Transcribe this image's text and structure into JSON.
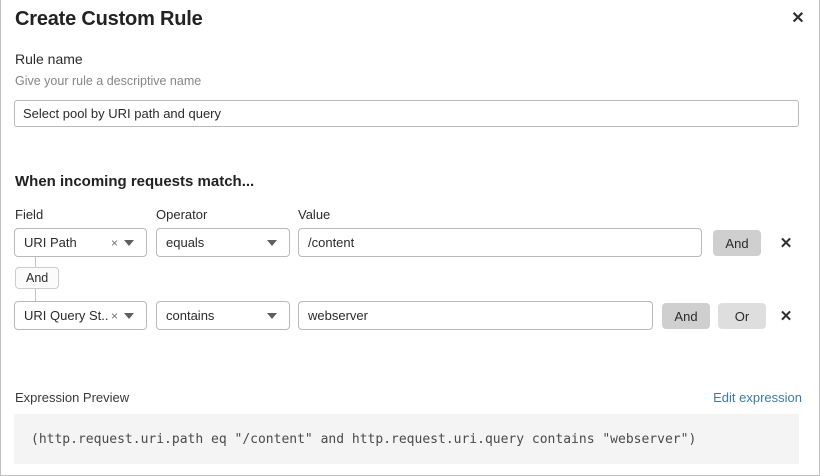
{
  "dialog": {
    "title": "Create Custom Rule",
    "close_icon": "close-icon"
  },
  "rule_name": {
    "label": "Rule name",
    "help": "Give your rule a descriptive name",
    "value": "Select pool by URI path and query",
    "placeholder": "Select pool by URI path and query"
  },
  "conditions": {
    "heading": "When incoming requests match...",
    "columns": {
      "field": "Field",
      "operator": "Operator",
      "value": "Value"
    },
    "group_connector": "And",
    "rows": [
      {
        "field": "URI Path",
        "operator": "equals",
        "value": "/content",
        "value_placeholder": "/content",
        "logic": [
          {
            "label": "And",
            "selected": true
          }
        ],
        "clear_icon": "clear-icon",
        "caret_icon": "chevron-down-icon",
        "delete_icon": "delete-icon"
      },
      {
        "field": "URI Query St...",
        "operator": "contains",
        "value": "webserver",
        "value_placeholder": "webserver",
        "logic": [
          {
            "label": "And",
            "selected": true
          },
          {
            "label": "Or",
            "selected": false
          }
        ],
        "clear_icon": "clear-icon",
        "caret_icon": "chevron-down-icon",
        "delete_icon": "delete-icon"
      }
    ]
  },
  "expression": {
    "label": "Expression Preview",
    "edit_link": "Edit expression",
    "text": "(http.request.uri.path eq \"/content\" and http.request.uri.query contains \"webserver\")"
  },
  "colors": {
    "link": "#3e7ba8",
    "logic_selected": "#cfcfcf",
    "logic_unselected": "#dedede",
    "expr_background": "#f4f4f4",
    "border": "#b9b9b9"
  }
}
